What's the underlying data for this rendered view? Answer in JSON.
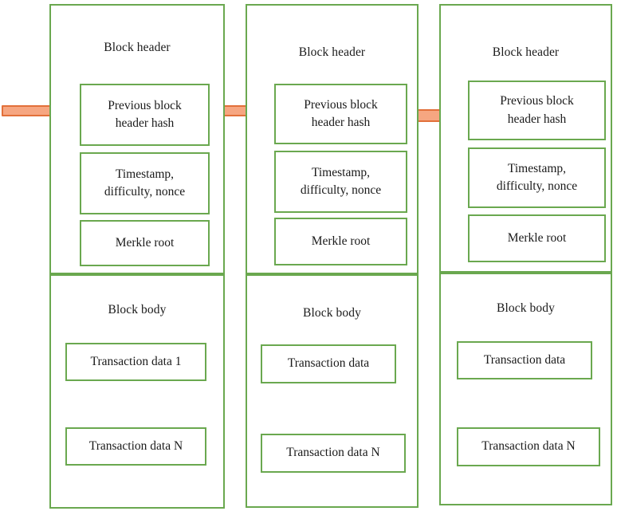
{
  "diagram": {
    "title": "Blockchain block structure chain",
    "colors": {
      "box_border": "#6aa84f",
      "arrow_fill": "#f6a681",
      "arrow_stroke": "#e2703a",
      "background": "#ffffff",
      "text": "#1a1a1a"
    }
  },
  "blocks": [
    {
      "header": {
        "title": "Block header",
        "fields": [
          {
            "label": "Previous block\nheader hash"
          },
          {
            "label": "Timestamp,\ndifficulty, nonce"
          },
          {
            "label": "Merkle root"
          }
        ]
      },
      "body": {
        "title": "Block body",
        "fields": [
          {
            "label": "Transaction data 1"
          },
          {
            "label": "Transaction data N"
          }
        ]
      }
    },
    {
      "header": {
        "title": "Block header",
        "fields": [
          {
            "label": "Previous block\nheader hash"
          },
          {
            "label": "Timestamp,\ndifficulty, nonce"
          },
          {
            "label": "Merkle root"
          }
        ]
      },
      "body": {
        "title": "Block body",
        "fields": [
          {
            "label": "Transaction data"
          },
          {
            "label": "Transaction data N"
          }
        ]
      }
    },
    {
      "header": {
        "title": "Block header",
        "fields": [
          {
            "label": "Previous block\nheader hash"
          },
          {
            "label": "Timestamp,\ndifficulty, nonce"
          },
          {
            "label": "Merkle root"
          }
        ]
      },
      "body": {
        "title": "Block body",
        "fields": [
          {
            "label": "Transaction data"
          },
          {
            "label": "Transaction data N"
          }
        ]
      }
    }
  ],
  "arrows": [
    {
      "name": "arrow-into-block-1"
    },
    {
      "name": "arrow-block-1-to-block-2"
    },
    {
      "name": "arrow-block-2-to-block-3"
    }
  ]
}
